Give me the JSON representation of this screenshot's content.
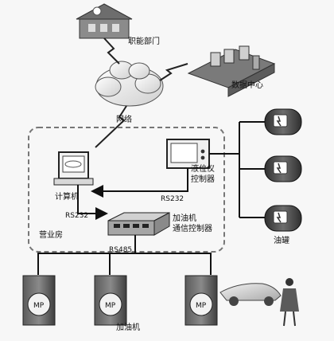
{
  "labels": {
    "functional_dept": "职能部门",
    "data_center": "数据中心",
    "network": "网络",
    "computer": "计算机",
    "level_controller_line1": "液位仪",
    "level_controller_line2": "控制器",
    "rs232_top": "RS232",
    "rs232_left": "RS232",
    "pump_comm_controller_line1": "加油机",
    "pump_comm_controller_line2": "通信控制器",
    "business_room": "营业房",
    "rs485": "RS485",
    "oil_tank": "油罐",
    "fuel_dispenser": "加油机",
    "mp_badge": "MP"
  }
}
